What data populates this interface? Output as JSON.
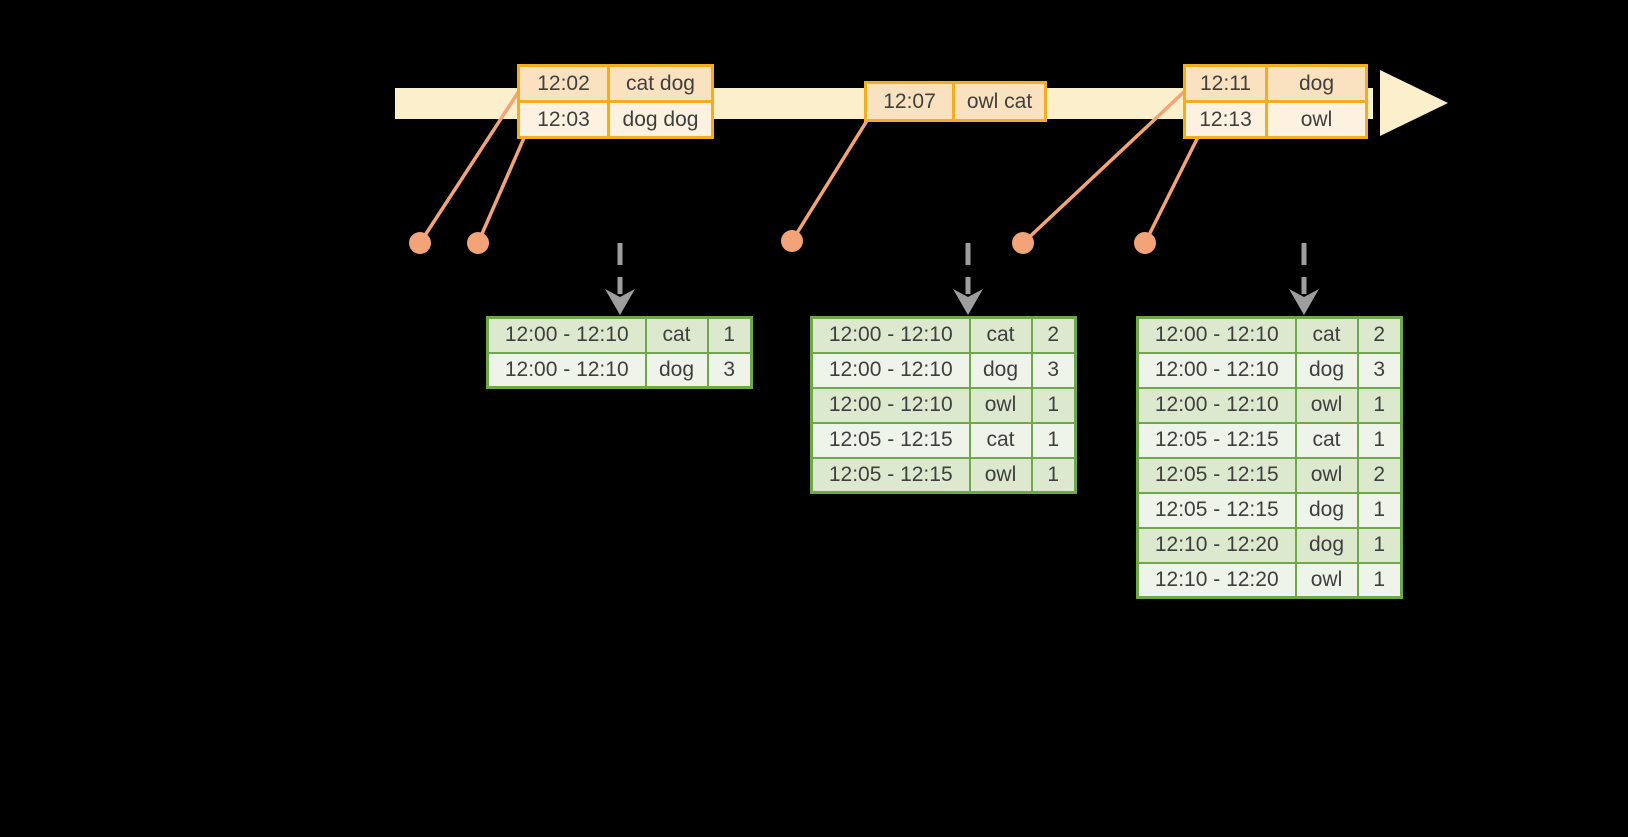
{
  "diagram": {
    "title_hint": "event-time windowed word counts over a stream timeline",
    "colors": {
      "background": "#000000",
      "timeline_fill": "#FBF0CB",
      "event_table_border": "#F3AD21",
      "event_row_dark": "#FAE2C0",
      "event_row_light": "#FCF2DF",
      "connector": "#F2A377",
      "result_table_border": "#6EA84B",
      "result_row_dark": "#DCE9CE",
      "result_row_light": "#EFF4EA",
      "flow_arrow": "#9E9E9E",
      "text": "#3F3F3F"
    },
    "icons": {
      "timeline_arrow": "block-arrow-right",
      "event_marker": "filled-dot",
      "flow_arrow": "dashed-arrow-down"
    },
    "event_tables": [
      {
        "rows": [
          {
            "time": "12:02",
            "words": "cat dog"
          },
          {
            "time": "12:03",
            "words": "dog dog"
          }
        ]
      },
      {
        "rows": [
          {
            "time": "12:07",
            "words": "owl cat"
          }
        ]
      },
      {
        "rows": [
          {
            "time": "12:11",
            "words": "dog"
          },
          {
            "time": "12:13",
            "words": "owl"
          }
        ]
      }
    ],
    "result_tables": [
      {
        "rows": [
          {
            "window": "12:00 - 12:10",
            "word": "cat",
            "count": "1"
          },
          {
            "window": "12:00 - 12:10",
            "word": "dog",
            "count": "3"
          }
        ]
      },
      {
        "rows": [
          {
            "window": "12:00 - 12:10",
            "word": "cat",
            "count": "2"
          },
          {
            "window": "12:00 - 12:10",
            "word": "dog",
            "count": "3"
          },
          {
            "window": "12:00 - 12:10",
            "word": "owl",
            "count": "1"
          },
          {
            "window": "12:05 - 12:15",
            "word": "cat",
            "count": "1"
          },
          {
            "window": "12:05 - 12:15",
            "word": "owl",
            "count": "1"
          }
        ]
      },
      {
        "rows": [
          {
            "window": "12:00 - 12:10",
            "word": "cat",
            "count": "2"
          },
          {
            "window": "12:00 - 12:10",
            "word": "dog",
            "count": "3"
          },
          {
            "window": "12:00 - 12:10",
            "word": "owl",
            "count": "1"
          },
          {
            "window": "12:05 - 12:15",
            "word": "cat",
            "count": "1"
          },
          {
            "window": "12:05 - 12:15",
            "word": "owl",
            "count": "2"
          },
          {
            "window": "12:05 - 12:15",
            "word": "dog",
            "count": "1"
          },
          {
            "window": "12:10 - 12:20",
            "word": "dog",
            "count": "1"
          },
          {
            "window": "12:10 - 12:20",
            "word": "owl",
            "count": "1"
          }
        ]
      }
    ]
  }
}
